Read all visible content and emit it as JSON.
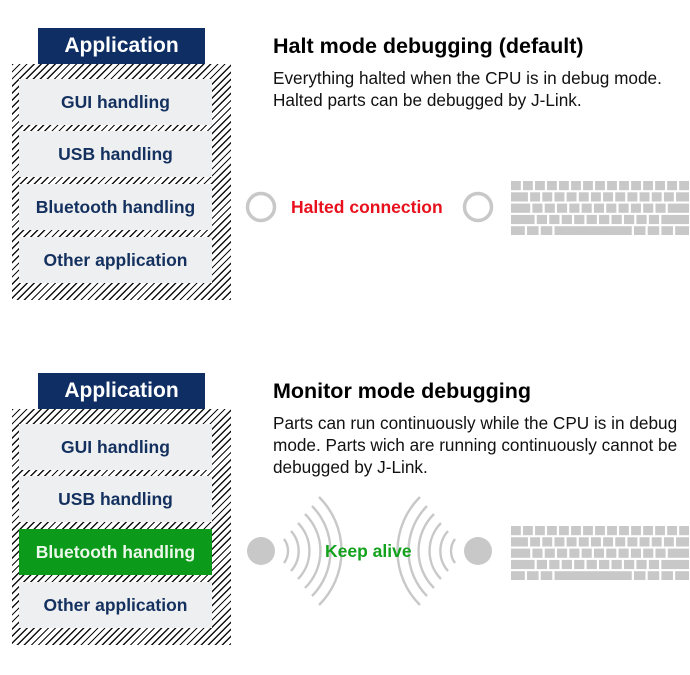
{
  "colors": {
    "app_header_bg": "#0e2e64",
    "block_text": "#13305f",
    "block_bg": "#eeeff0",
    "active_block_bg": "#0b9a1a",
    "halted_label": "#e8101c",
    "keep_alive_label": "#12a21c",
    "device_gray": "#c8c8c8"
  },
  "panels": [
    {
      "id": "halt-mode",
      "app_header": "Application",
      "blocks": [
        {
          "label": "GUI handling",
          "active": false
        },
        {
          "label": "USB handling",
          "active": false
        },
        {
          "label": "Bluetooth handling",
          "active": false
        },
        {
          "label": "Other application",
          "active": false
        }
      ],
      "title": "Halt mode debugging (default)",
      "description": "Everything halted when the CPU is in debug mode. Halted parts can be debugged by J-Link.",
      "connection": {
        "label": "Halted connection",
        "type": "halted",
        "left_icon": "ring-node-icon",
        "right_icon": "ring-node-icon"
      },
      "device_icon": "keyboard-icon"
    },
    {
      "id": "monitor-mode",
      "app_header": "Application",
      "blocks": [
        {
          "label": "GUI handling",
          "active": false
        },
        {
          "label": "USB handling",
          "active": false
        },
        {
          "label": "Bluetooth handling",
          "active": true
        },
        {
          "label": "Other application",
          "active": false
        }
      ],
      "title": "Monitor mode debugging",
      "description": "Parts can run continuously while the CPU is in debug mode. Parts wich are running continuously cannot be debugged by J-Link.",
      "connection": {
        "label": "Keep alive",
        "type": "wireless",
        "left_icon": "filled-node-icon",
        "right_icon": "filled-node-icon"
      },
      "device_icon": "keyboard-icon"
    }
  ]
}
